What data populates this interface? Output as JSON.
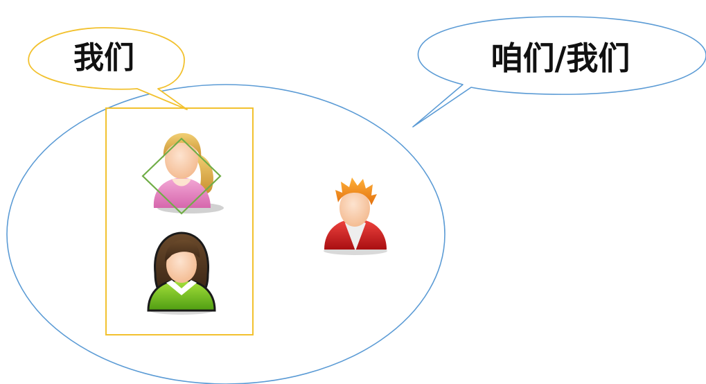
{
  "diagram": {
    "bubbles": {
      "inclusive": {
        "label": "咱们/我们",
        "border_color": "#5b9bd5"
      },
      "exclusive": {
        "label": "我们",
        "border_color": "#f2c12e"
      }
    },
    "people": [
      {
        "icon": "female-speaker-icon",
        "group": "exclusive",
        "highlight": "diamond"
      },
      {
        "icon": "female-companion-icon",
        "group": "exclusive"
      },
      {
        "icon": "male-listener-icon",
        "group": "inclusive"
      }
    ],
    "colors": {
      "circle_stroke": "#5b9bd5",
      "box_stroke": "#f2c12e",
      "diamond_stroke": "#70ad47"
    }
  }
}
